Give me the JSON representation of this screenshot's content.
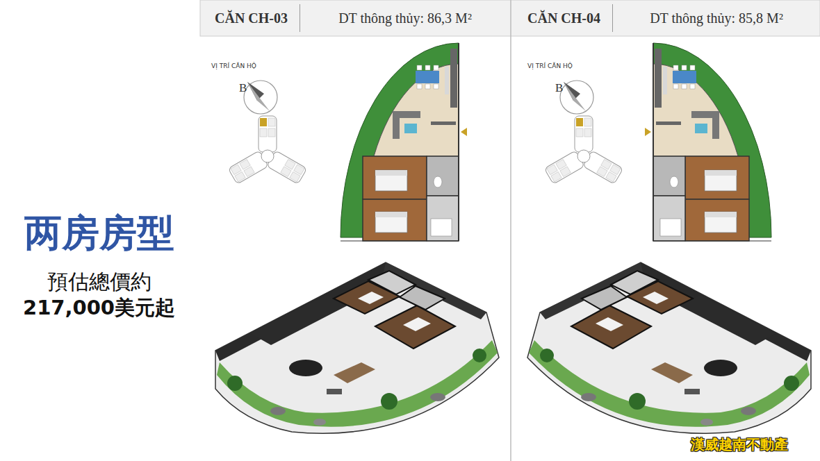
{
  "diagram": {
    "title": "两房房型",
    "nodes": [
      {
        "text": [
          "CĂN CH-03"
        ]
      },
      {
        "text": [
          "DT thông thủy: 86,3 M²"
        ]
      },
      {
        "text": [
          "CĂN CH-04"
        ]
      },
      {
        "text": [
          "DT thông thủy: 85,8 M²"
        ]
      }
    ],
    "labels": [
      "VỊ TRÍ CĂN HỘ",
      "B",
      "VỊ TRÍ CĂN HỘ",
      "B",
      "預估總價約",
      "217,000美元起",
      "漢威越南不動產"
    ]
  }
}
